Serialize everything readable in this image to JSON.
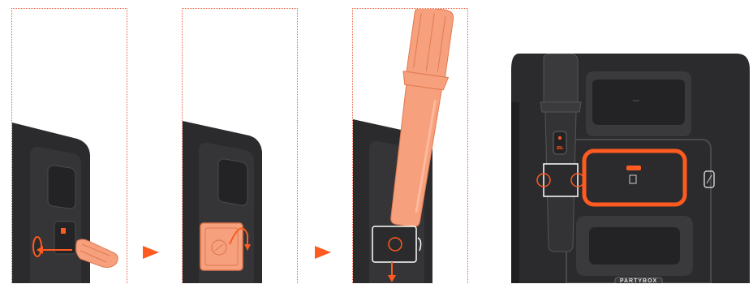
{
  "colors": {
    "accent": "#ff5a1f",
    "guide_border": "#e8643c",
    "device_dark": "#2b2b2d",
    "device_mid": "#3a3a3c",
    "part_peach": "#f6a07d",
    "part_peach_dark": "#e07a52"
  },
  "steps": [
    {
      "id": "step-1",
      "icon": "cap-removal"
    },
    {
      "id": "step-2",
      "icon": "cover-open"
    },
    {
      "id": "step-3",
      "icon": "mic-insert"
    },
    {
      "id": "step-4",
      "icon": "mic-docked"
    }
  ],
  "speaker": {
    "brand_mark": "PARTYBOX",
    "logo": "JBL"
  }
}
